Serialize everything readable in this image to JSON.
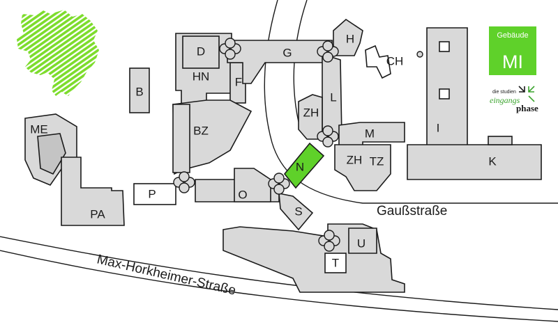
{
  "colors": {
    "highlight": "#5fd12a",
    "building": "#d9d9d9",
    "lion": "#7ddc2c",
    "badge": "#5fd12a"
  },
  "icons": {
    "crest": "lion-crest-icon",
    "logo_arrows": "arrows-icon"
  },
  "badge": {
    "title": "Gebäude",
    "code": "MI"
  },
  "logo": {
    "line1": "die studien",
    "line2": "eingangs",
    "line3": "phase"
  },
  "streets": {
    "gauss": "Gaußstraße",
    "max": "Max-Horkheimer-Straße"
  },
  "buildings": {
    "D": "D",
    "G": "G",
    "H": "H",
    "CH": "CH",
    "HN": "HN",
    "F": "F",
    "B": "B",
    "L": "L",
    "ZH": "ZH",
    "M": "M",
    "ZH2": "ZH",
    "TZ": "TZ",
    "I": "I",
    "K": "K",
    "ME": "ME",
    "PA": "PA",
    "BZ": "BZ",
    "N": "N",
    "P": "P",
    "O": "O",
    "S": "S",
    "U": "U",
    "T": "T"
  },
  "highlighted_building": "N"
}
